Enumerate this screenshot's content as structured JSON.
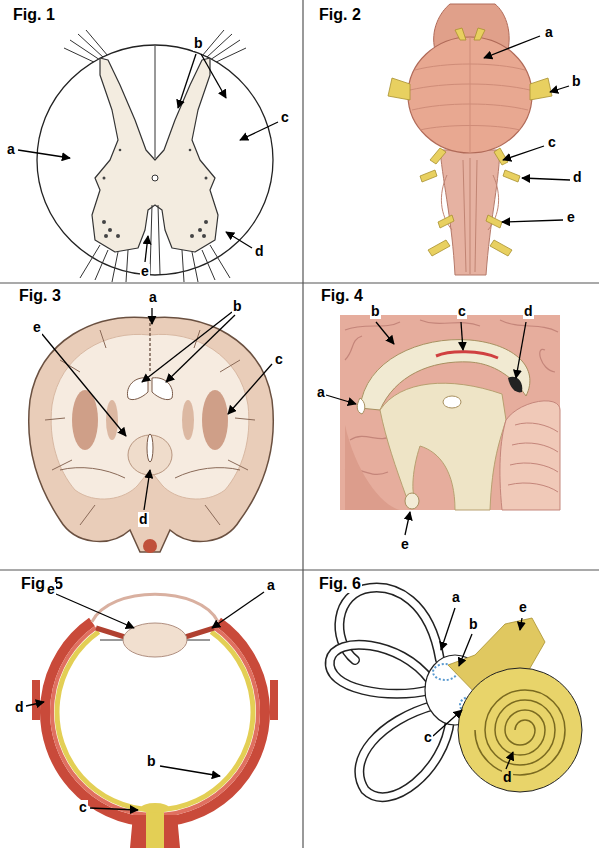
{
  "diagram": {
    "labels": [
      "Fig. 1",
      "a",
      "b",
      "c",
      "d",
      "e",
      "Fig. 2",
      "a",
      "b",
      "c",
      "d",
      "e",
      "Fig. 3",
      "a",
      "b",
      "c",
      "d",
      "e",
      "Fig. 4",
      "a",
      "b",
      "c",
      "d",
      "e",
      "Fig. 5",
      "a",
      "b",
      "c",
      "d",
      "e",
      "Fig. 6",
      "a",
      "b",
      "c",
      "d",
      "e"
    ]
  }
}
